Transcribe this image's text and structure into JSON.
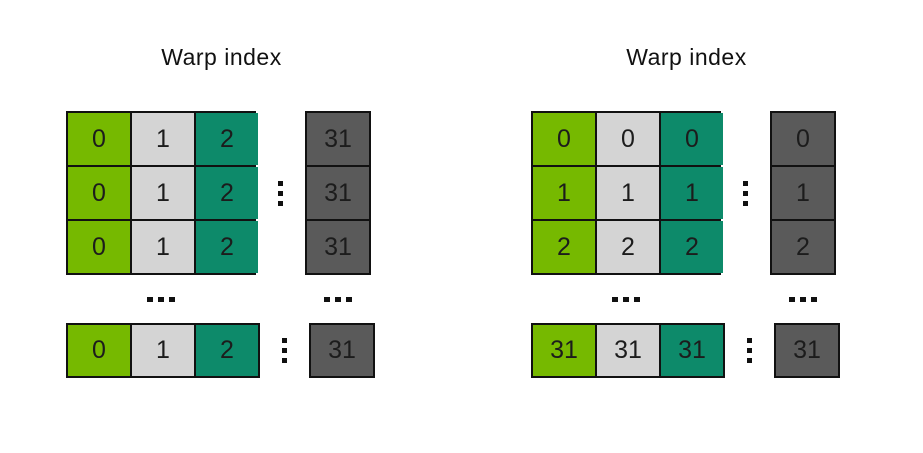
{
  "background": "#ffffff",
  "colors": {
    "green": "#76b900",
    "gray": "#d4d4d4",
    "teal": "#0d8a6a",
    "dark": "#5a5a5a",
    "border": "#111111",
    "text": "#111111"
  },
  "left": {
    "title": "Warp index",
    "grid": [
      [
        "0",
        "1",
        "2"
      ],
      [
        "0",
        "1",
        "2"
      ],
      [
        "0",
        "1",
        "2"
      ]
    ],
    "side_column": [
      "31",
      "31",
      "31"
    ],
    "bottom_row": [
      "0",
      "1",
      "2"
    ],
    "bottom_side": "31"
  },
  "right": {
    "title": "Warp index",
    "grid": [
      [
        "0",
        "0",
        "0"
      ],
      [
        "1",
        "1",
        "1"
      ],
      [
        "2",
        "2",
        "2"
      ]
    ],
    "side_column": [
      "0",
      "1",
      "2"
    ],
    "bottom_row": [
      "31",
      "31",
      "31"
    ],
    "bottom_side": "31"
  }
}
